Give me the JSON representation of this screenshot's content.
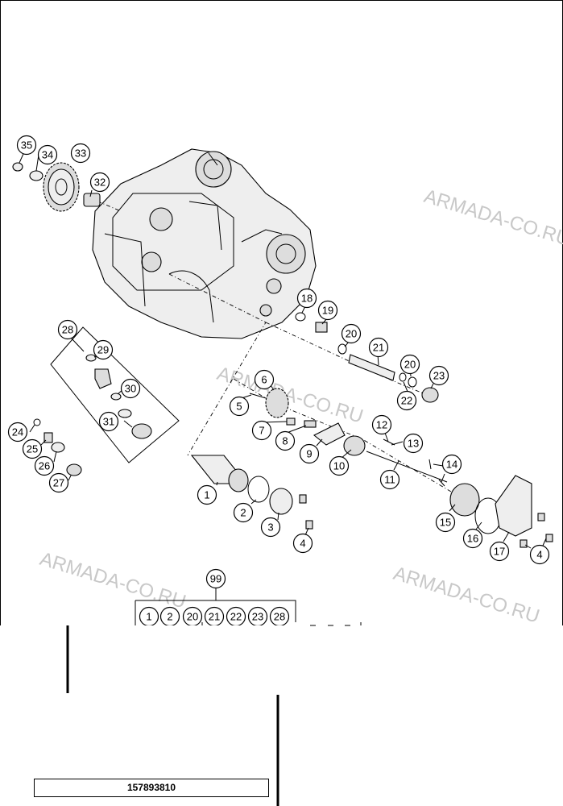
{
  "watermark": "ARMADA-CO.RU",
  "drawing_number": "157893810",
  "callouts": {
    "c1": "1",
    "c2": "2",
    "c3": "3",
    "c4a": "4",
    "c4b": "4",
    "c5": "5",
    "c6": "6",
    "c7": "7",
    "c8": "8",
    "c9": "9",
    "c10": "10",
    "c11": "11",
    "c12": "12",
    "c13": "13",
    "c14": "14",
    "c15": "15",
    "c16": "16",
    "c17": "17",
    "c18": "18",
    "c19": "19",
    "c20a": "20",
    "c20b": "20",
    "c21": "21",
    "c22": "22",
    "c23": "23",
    "c24": "24",
    "c25": "25",
    "c26": "26",
    "c27": "27",
    "c28": "28",
    "c29": "29",
    "c30": "30",
    "c31": "31",
    "c32": "32",
    "c33": "33",
    "c34": "34",
    "c35": "35"
  },
  "kit": {
    "number": "99",
    "items": [
      "1",
      "2",
      "20",
      "21",
      "22",
      "23",
      "28"
    ]
  }
}
